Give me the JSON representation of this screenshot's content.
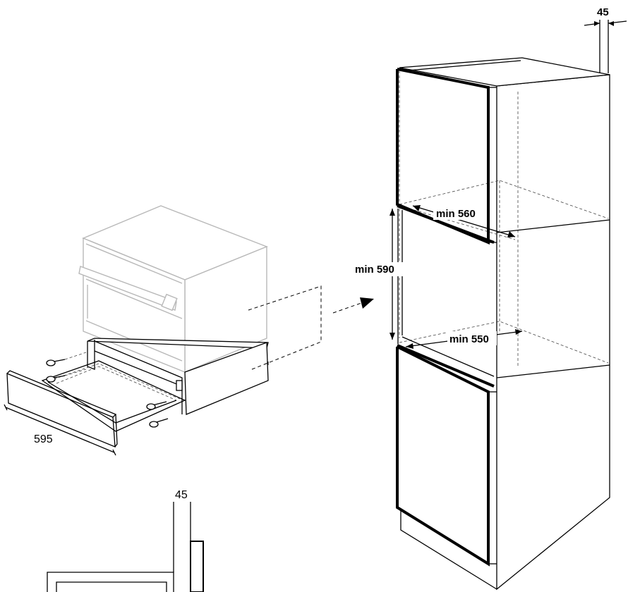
{
  "dimensions": {
    "top_depth": "45",
    "inner_depth": "min 560",
    "niche_height": "min 590",
    "inner_width": "min 550",
    "drawer_width": "595",
    "detail_depth": "45"
  },
  "colors": {
    "line": "#000000",
    "oven_outline": "#b8b8b8",
    "background": "#ffffff"
  }
}
